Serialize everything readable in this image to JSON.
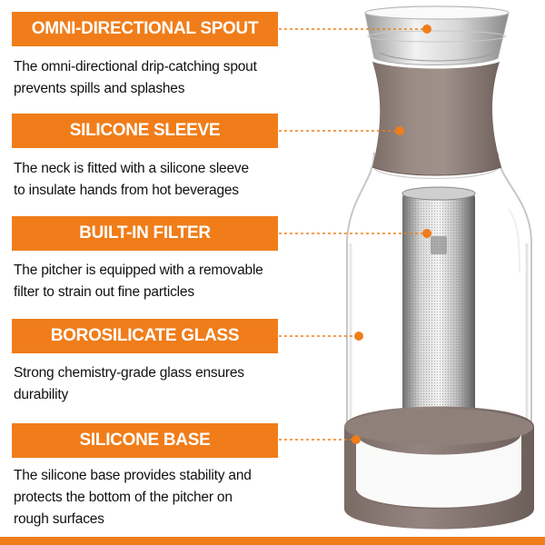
{
  "features": [
    {
      "title": "OMNI-DIRECTIONAL SPOUT",
      "lines": [
        "The omni-directional drip-catching spout",
        "prevents spills and splashes"
      ]
    },
    {
      "title": "SILICONE SLEEVE",
      "lines": [
        "The neck is fitted with a silicone sleeve",
        "to insulate hands from hot beverages"
      ]
    },
    {
      "title": "BUILT-IN FILTER",
      "lines": [
        "The pitcher is equipped with a removable",
        "filter to strain out fine particles"
      ]
    },
    {
      "title": "BOROSILICATE GLASS",
      "lines": [
        "Strong chemistry-grade glass ensures",
        "durability"
      ]
    },
    {
      "title": "SILICONE BASE",
      "lines": [
        "The silicone base provides stability and",
        "protects the bottom of the pitcher on",
        "rough surfaces"
      ]
    }
  ],
  "colors": {
    "accent": "#f07d1a",
    "silicone": "#8c7d77",
    "text": "#111111"
  }
}
